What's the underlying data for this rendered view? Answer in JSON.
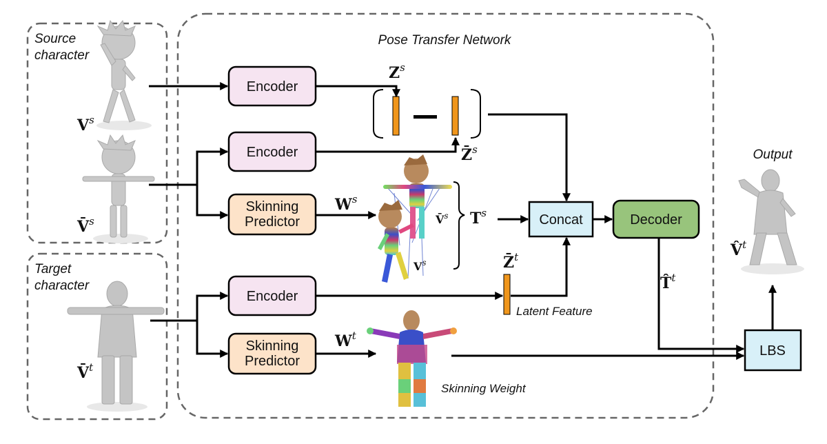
{
  "regions": {
    "source": "Source\ncharacter",
    "target": "Target\ncharacter",
    "network": "Pose Transfer Network",
    "output": "Output"
  },
  "blocks": {
    "encoder": "Encoder",
    "skinning_predictor": "Skinning\nPredictor",
    "concat": "Concat",
    "decoder": "Decoder",
    "lbs": "LBS"
  },
  "annotations": {
    "latent_feature": "Latent Feature",
    "skinning_weight": "Skinning Weight"
  },
  "symbols": {
    "V_s": {
      "base": "V",
      "sup": "s"
    },
    "Vbar_s": {
      "base": "V̄",
      "sup": "s"
    },
    "Vbar_t": {
      "base": "V̄",
      "sup": "t"
    },
    "Z_s": {
      "base": "Z",
      "sup": "s"
    },
    "Zbar_s": {
      "base": "Z̄",
      "sup": "s"
    },
    "Zbar_t": {
      "base": "Z̄",
      "sup": "t"
    },
    "W_s": {
      "base": "W",
      "sup": "s"
    },
    "W_t": {
      "base": "W",
      "sup": "t"
    },
    "T_s": {
      "base": "T",
      "sup": "s"
    },
    "That_t": {
      "base": "T̂",
      "sup": "t"
    },
    "Vhat_t": {
      "base": "V̂",
      "sup": "t"
    },
    "vbar_s_small": {
      "base": "V̄",
      "sup": "s"
    },
    "v_s_small": {
      "base": "V",
      "sup": "s"
    }
  },
  "colors": {
    "encoder_fill": "#f6e4f1",
    "skinning_fill": "#fde3c9",
    "concat_fill": "#d8f0f8",
    "decoder_fill": "#98c47c",
    "lbs_fill": "#d8f0f8",
    "latent_bar": "#f0961c"
  }
}
